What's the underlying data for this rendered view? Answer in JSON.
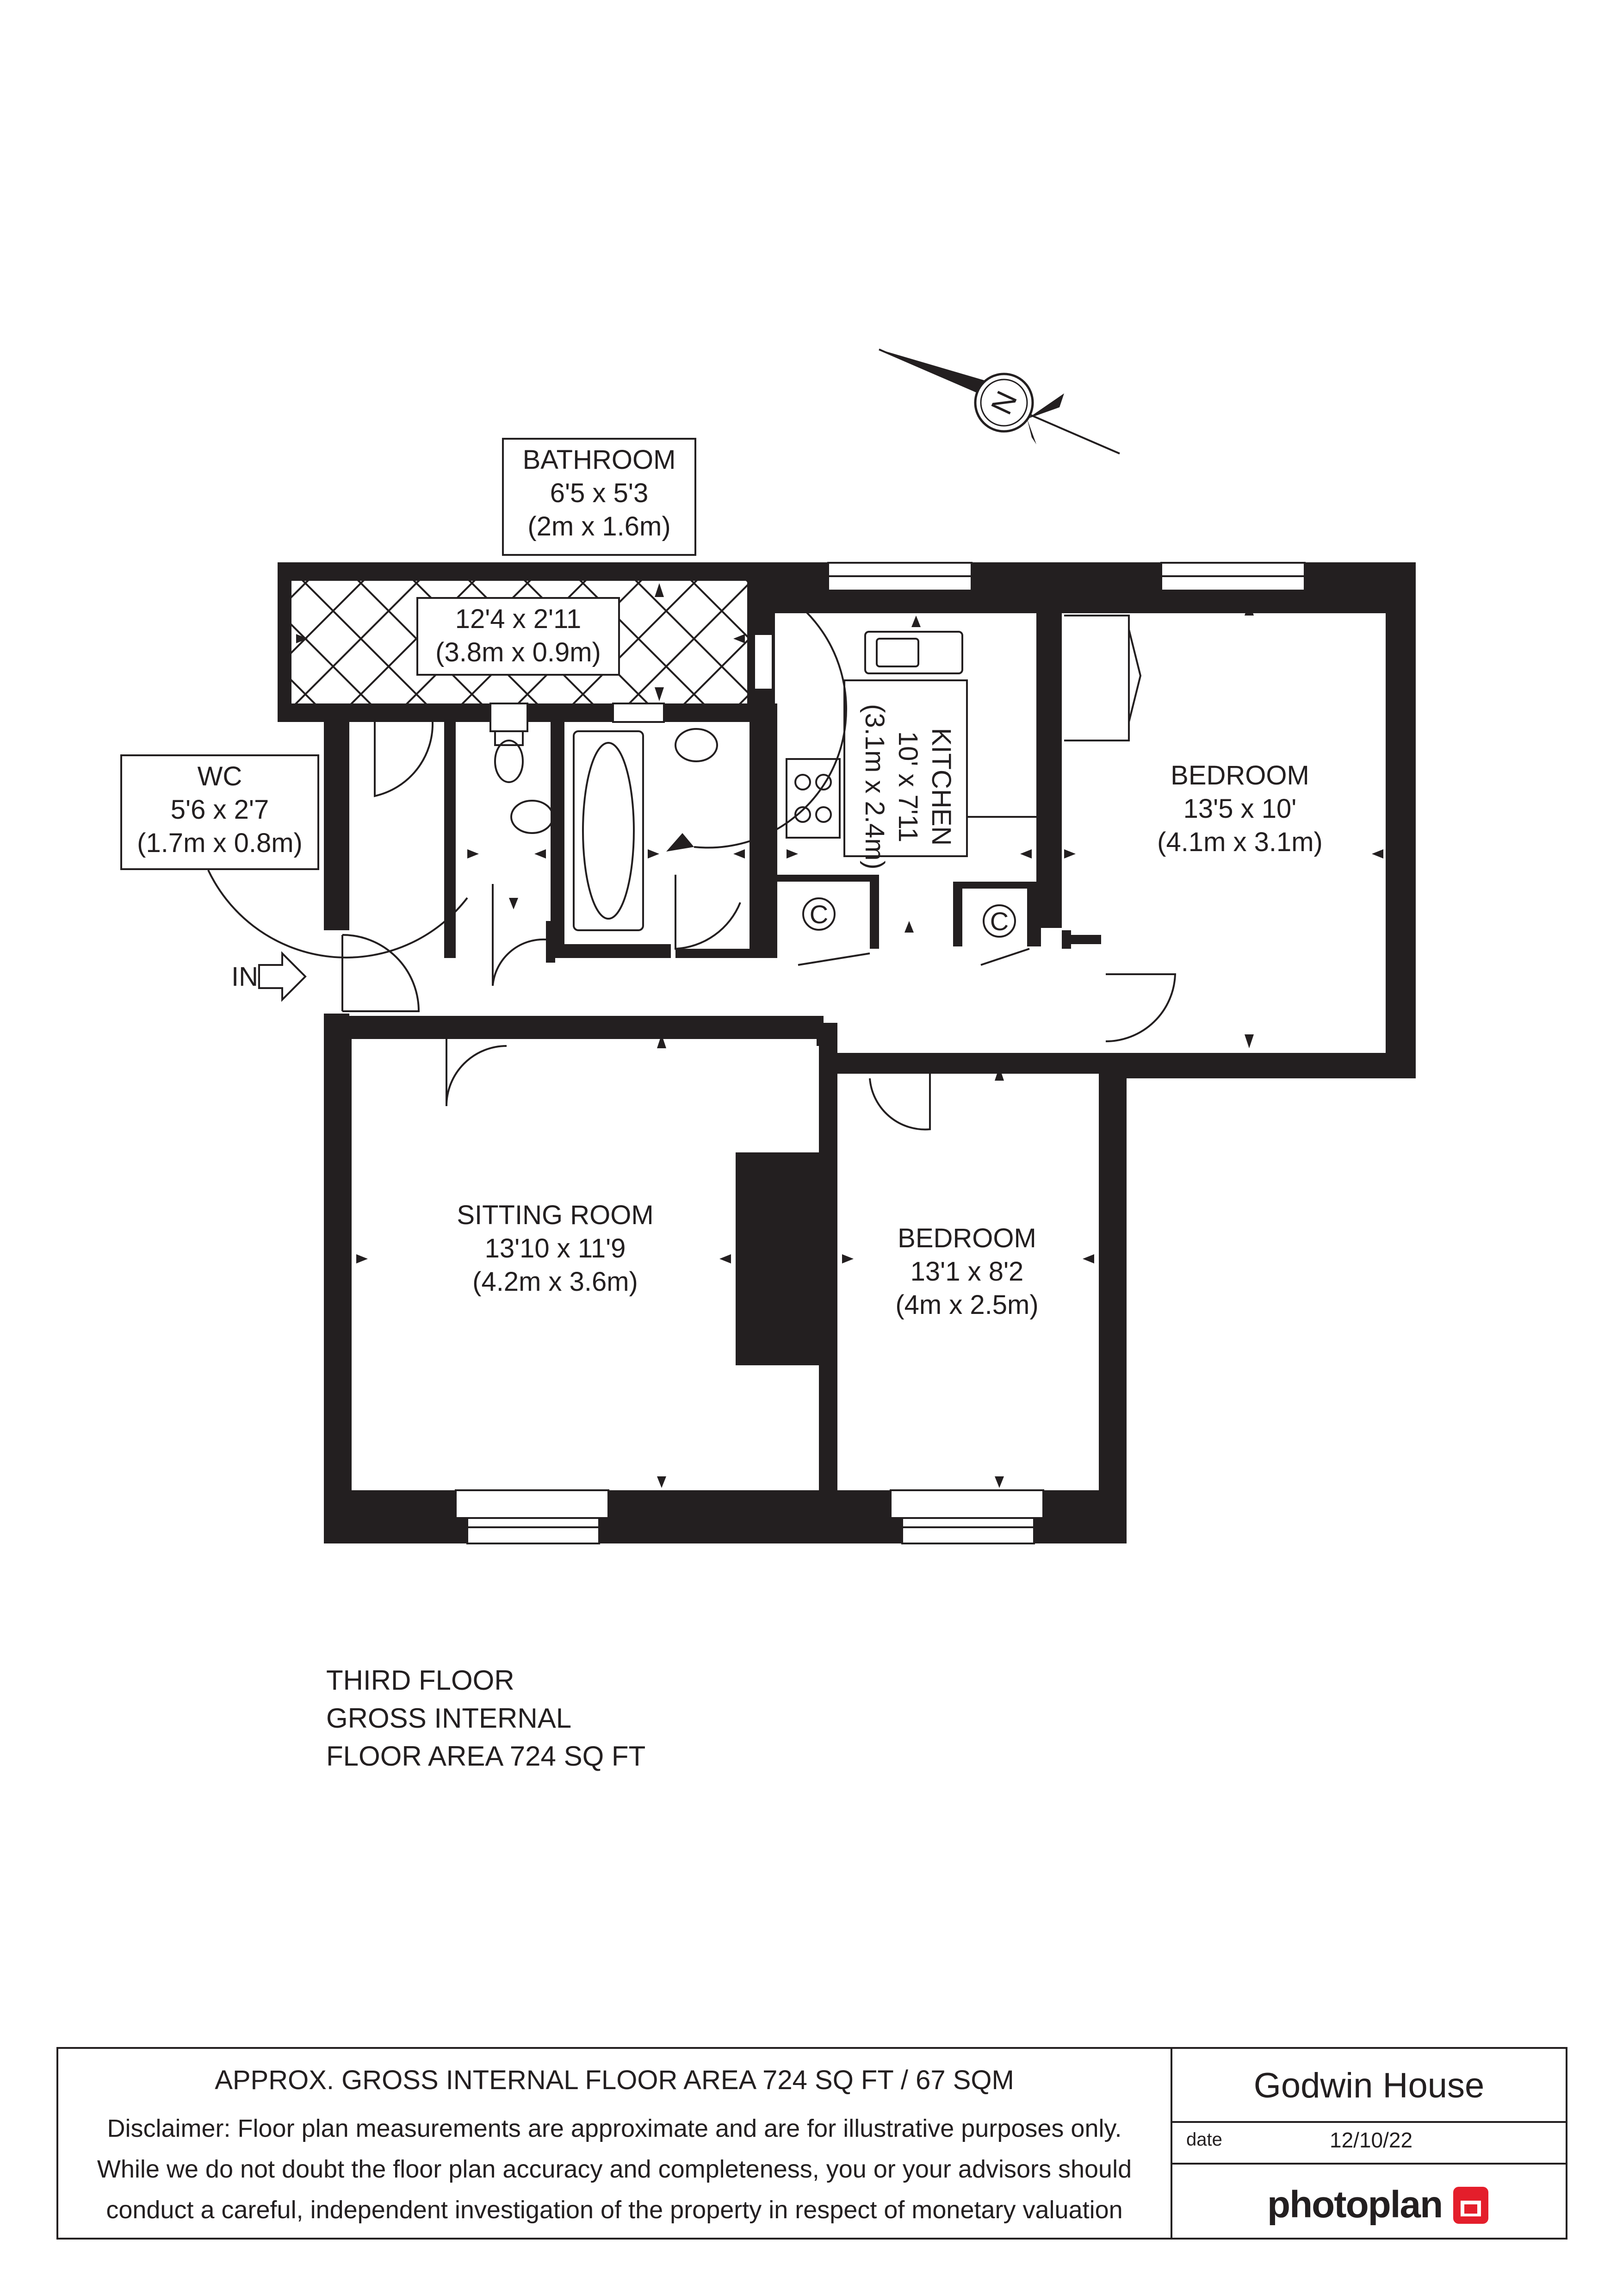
{
  "rooms": {
    "bathroom": {
      "name": "BATHROOM",
      "dim_imperial": "6'5 x 5'3",
      "dim_metric": "(2m x 1.6m)"
    },
    "balcony": {
      "dim_imperial": "12'4 x 2'11",
      "dim_metric": "(3.8m x 0.9m)"
    },
    "wc": {
      "name": "WC",
      "dim_imperial": "5'6 x 2'7",
      "dim_metric": "(1.7m x 0.8m)"
    },
    "kitchen": {
      "name": "KITCHEN",
      "dim_imperial": "10' x 7'11",
      "dim_metric": "(3.1m x 2.4m)"
    },
    "bedroom1": {
      "name": "BEDROOM",
      "dim_imperial": "13'5 x 10'",
      "dim_metric": "(4.1m x 3.1m)"
    },
    "sitting": {
      "name": "SITTING ROOM",
      "dim_imperial": "13'10 x 11'9",
      "dim_metric": "(4.2m x 3.6m)"
    },
    "bedroom2": {
      "name": "BEDROOM",
      "dim_imperial": "13'1 x 8'2",
      "dim_metric": "(4m x 2.5m)"
    }
  },
  "entrance_label": "IN",
  "cupboard_symbol": "C",
  "compass_letter": "N",
  "floor_info": {
    "line1": "THIRD FLOOR",
    "line2": "GROSS INTERNAL",
    "line3": "FLOOR AREA 724 SQ FT"
  },
  "footer": {
    "area": "APPROX. GROSS INTERNAL FLOOR AREA 724 SQ FT / 67 SQM",
    "disclaimer_1": "Disclaimer: Floor plan measurements are approximate and are for illustrative purposes only.",
    "disclaimer_2": "While we do not doubt the floor plan accuracy and completeness, you or your advisors should",
    "disclaimer_3": "conduct a careful, independent investigation of the property in respect of monetary valuation",
    "project": "Godwin House",
    "date_label": "date",
    "date": "12/10/22",
    "brand": "photoplan"
  },
  "colors": {
    "wall": "#231f20",
    "logo_red": "#e41e2b"
  }
}
